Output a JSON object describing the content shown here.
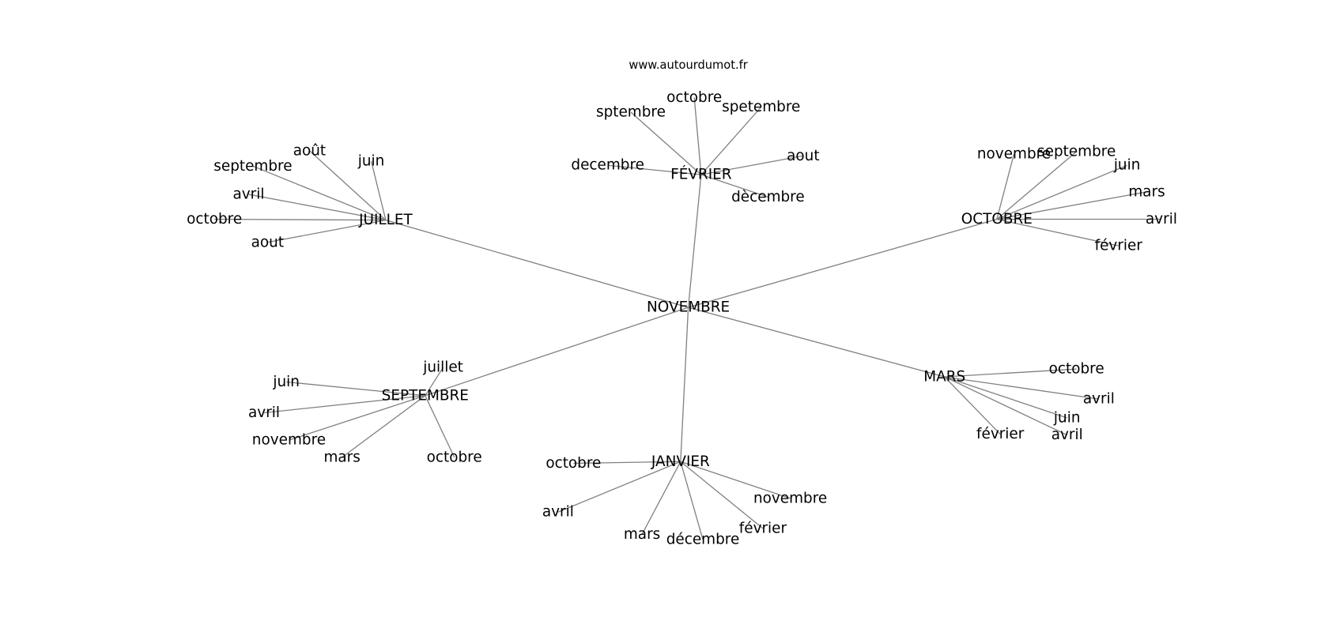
{
  "title": "www.autourdumot.fr",
  "graph": {
    "center": "NOVEMBRE",
    "hubs": [
      {
        "label": "FÉVRIER",
        "leaves": [
          "sptembre",
          "octobre",
          "spetembre",
          "aout",
          "dècembre",
          "decembre"
        ]
      },
      {
        "label": "JUILLET",
        "leaves": [
          "août",
          "juin",
          "septembre",
          "avril",
          "octobre",
          "aout"
        ]
      },
      {
        "label": "OCTOBRE",
        "leaves": [
          "novembre",
          "septembre",
          "juin",
          "mars",
          "avril",
          "février"
        ]
      },
      {
        "label": "MARS",
        "leaves": [
          "octobre",
          "avril",
          "juin",
          "avril",
          "février"
        ]
      },
      {
        "label": "JANVIER",
        "leaves": [
          "octobre",
          "avril",
          "mars",
          "décembre",
          "février",
          "novembre"
        ]
      },
      {
        "label": "SEPTEMBRE",
        "leaves": [
          "juillet",
          "juin",
          "avril",
          "novembre",
          "mars",
          "octobre"
        ]
      }
    ]
  }
}
